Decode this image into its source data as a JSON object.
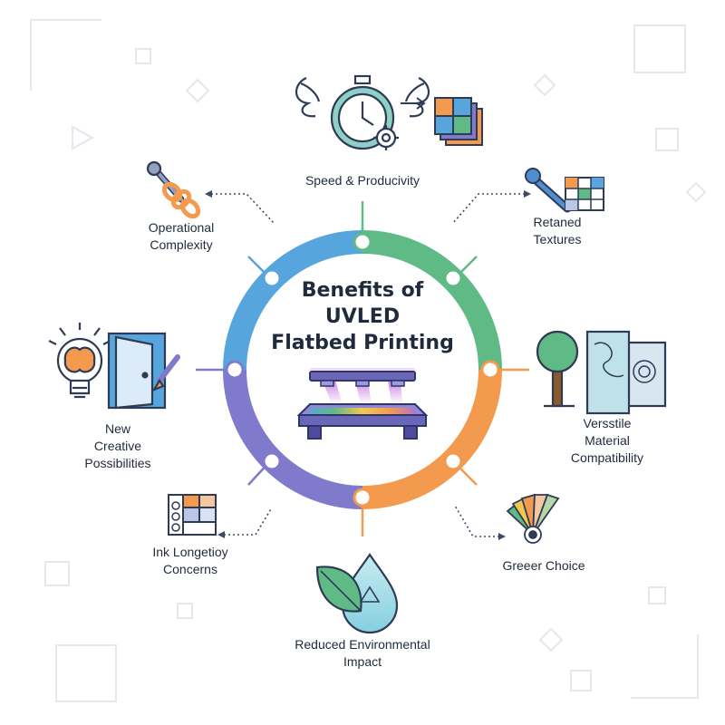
{
  "title": {
    "line1": "Benefits of",
    "line2": "UVLED",
    "line3": "Flatbed Printing"
  },
  "ring_colors": {
    "blue": "#57a5dd",
    "green": "#5fba86",
    "orange": "#f39a4f",
    "purple": "#7f7acb"
  },
  "benefits": {
    "speed": {
      "line1": "Speed & Producivity",
      "icon": "winged-stopwatch-gear-icon"
    },
    "textures": {
      "line1": "Retaned",
      "line2": "Textures",
      "icon": "wrench-grid-icon"
    },
    "material": {
      "line1": "Versstile",
      "line2": "Material",
      "line3": "Compatibility",
      "icon": "tree-glass-panels-icon"
    },
    "greener": {
      "line1": "Greeer Choice",
      "icon": "color-swatch-fan-icon"
    },
    "environment": {
      "line1": "Reduced Environmental",
      "line2": "Impact",
      "icon": "leaf-water-drop-recycle-icon"
    },
    "ink": {
      "line1": "Ink Longetioy",
      "line2": "Concerns",
      "icon": "color-palette-grid-icon"
    },
    "creative": {
      "line1": "New",
      "line2": "Creative",
      "line3": "Possibilities",
      "icon": "brain-bulb-door-brush-icon"
    },
    "operational": {
      "line1": "Operational",
      "line2": "Complexity",
      "icon": "chain-wrench-icon"
    }
  }
}
